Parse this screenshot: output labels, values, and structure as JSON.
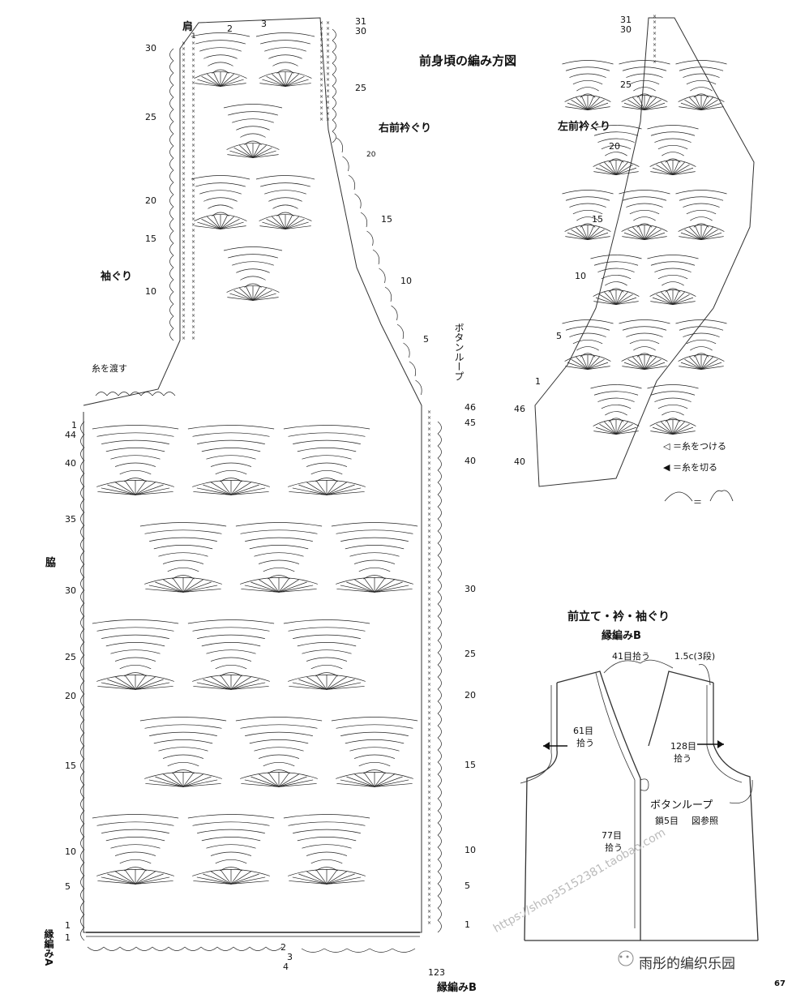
{
  "titles": {
    "main": "前身頃の編み方図",
    "right_neck": "右前衿ぐり",
    "left_neck": "左前衿ぐり",
    "armhole": "袖ぐり",
    "shoulder": "肩",
    "side": "脇",
    "thread_pass": "糸を渡す",
    "button_loop_vertical": "ボタンループ",
    "edge_a": "縁編みA",
    "edge_b": "縁編みB"
  },
  "legend": {
    "attach": "◁ ＝糸をつける",
    "cut": "◀ ＝糸を切る",
    "eq": "＝"
  },
  "schematic": {
    "title": "前立て・衿・袖ぐり",
    "subtitle": "縁編みB",
    "stitches_41": "41目拾う",
    "width_15": "1.5c(3段)",
    "stitches_61a": "61目",
    "stitches_61b": "拾う",
    "stitches_128a": "128目",
    "stitches_128b": "拾う",
    "button_loop": "ボタンループ",
    "chain5": "鎖5目",
    "ref": "図参照",
    "stitches_77a": "77目",
    "stitches_77b": "拾う"
  },
  "row_labels": {
    "yoke_left": [
      "30",
      "25",
      "20",
      "15",
      "10"
    ],
    "top_right": [
      "31",
      "30",
      "25",
      "20",
      "15",
      "10",
      "5"
    ],
    "body_left": [
      "1",
      "44",
      "40",
      "35",
      "30",
      "25",
      "20",
      "15",
      "10",
      "5",
      "1",
      "1"
    ],
    "body_right": [
      "46",
      "45",
      "40",
      "30",
      "25",
      "20",
      "15",
      "10",
      "5",
      "1"
    ],
    "left_piece": [
      "31",
      "30",
      "25",
      "20",
      "15",
      "10",
      "5",
      "1",
      "46",
      "40"
    ],
    "bottom_b": [
      "2",
      "3",
      "4"
    ],
    "bottom_b_right": "123",
    "shoulder_marks": [
      "1",
      "2",
      "3"
    ]
  },
  "watermark": "https://shop35152381.taobao.com",
  "footer": {
    "brand": "雨彤的编织乐园",
    "page": "67"
  }
}
